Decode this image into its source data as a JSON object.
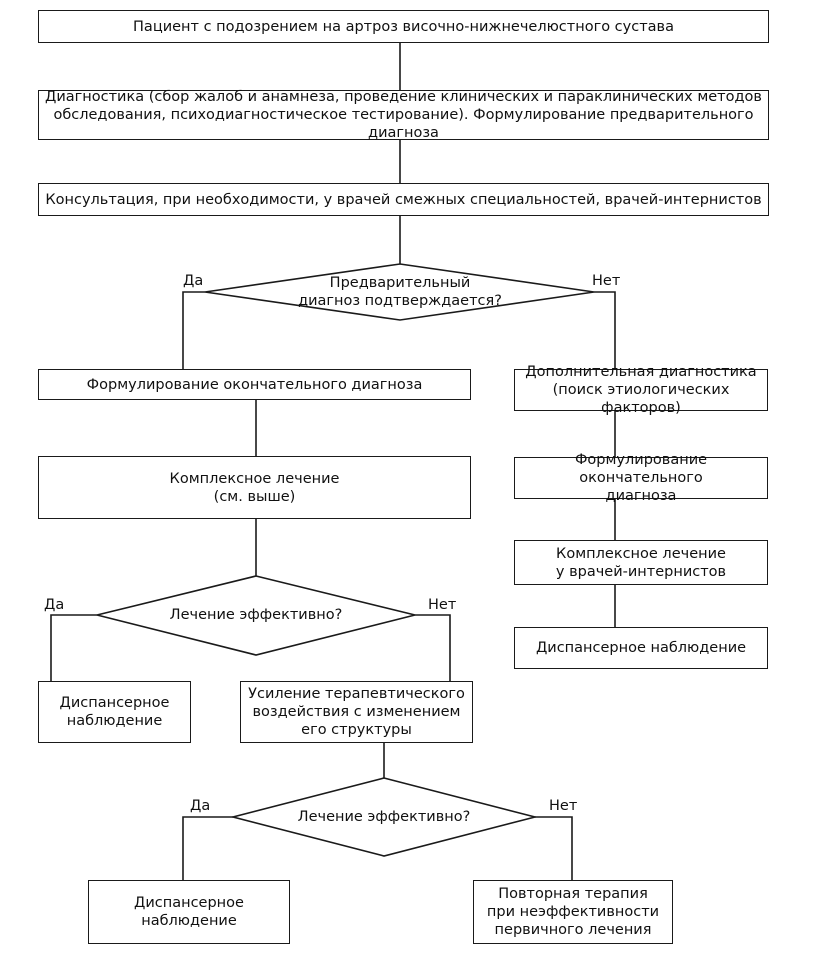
{
  "boxes": {
    "b1": [
      "Пациент с подозрением на артроз височно-нижнечелюстного сустава"
    ],
    "b2": [
      "Диагностика (сбор жалоб и анамнеза, проведение клинических и параклинических методов",
      "обследования, психодиагностическое тестирование). Формулирование предварительного диагноза"
    ],
    "b3": [
      "Консультация, при необходимости, у врачей смежных специальностей, врачей-интернистов"
    ],
    "b4": [
      "Формулирование окончательного диагноза"
    ],
    "b5": [
      "Дополнительная диагностика",
      "(поиск этиологических факторов)"
    ],
    "b6": [
      "Комплексное лечение",
      "(см. выше)"
    ],
    "b7": [
      "Формулирование окончательного",
      "диагноза"
    ],
    "b8": [
      "Комплексное лечение",
      "у врачей-интернистов"
    ],
    "b9": [
      "Диспансерное наблюдение"
    ],
    "b10": [
      "Диспансерное",
      "наблюдение"
    ],
    "b11": [
      "Усиление терапевтического",
      "воздействия с изменением",
      "его структуры"
    ],
    "b12": [
      "Диспансерное",
      "наблюдение"
    ],
    "b13": [
      "Повторная терапия",
      "при неэффективности",
      "первичного лечения"
    ]
  },
  "decisions": {
    "d1": [
      "Предварительный",
      "диагноз подтверждается?"
    ],
    "d2": [
      "Лечение эффективно?"
    ],
    "d3": [
      "Лечение эффективно?"
    ]
  },
  "labels": {
    "yes": "Да",
    "no": "Нет"
  }
}
